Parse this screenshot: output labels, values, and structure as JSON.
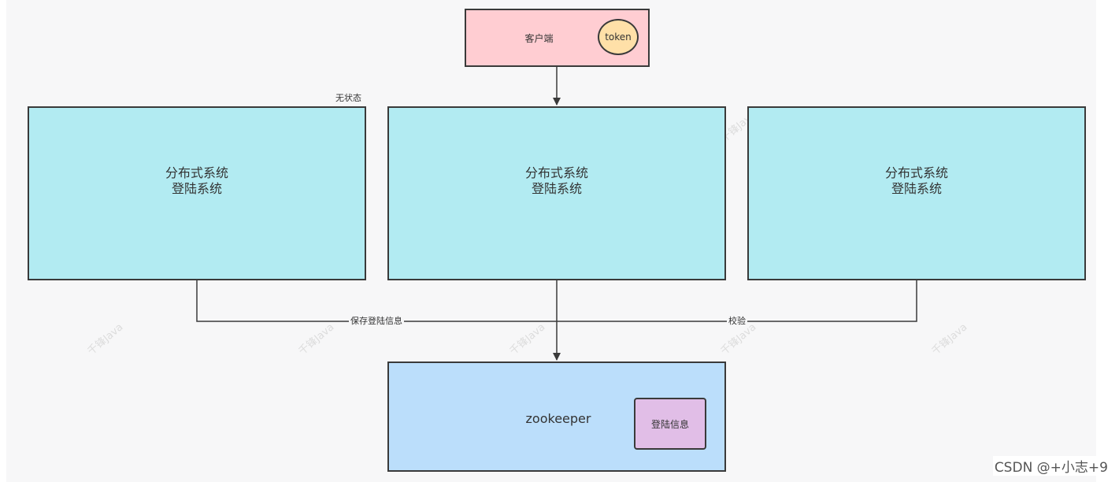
{
  "client": {
    "label": "客户端",
    "token_label": "token"
  },
  "stateless_note": "无状态",
  "systems": [
    {
      "line1": "分布式系统",
      "line2": "登陆系统"
    },
    {
      "line1": "分布式系统",
      "line2": "登陆系统"
    },
    {
      "line1": "分布式系统",
      "line2": "登陆系统"
    }
  ],
  "edges": {
    "save_label": "保存登陆信息",
    "verify_label": "校验"
  },
  "zookeeper": {
    "label": "zookeeper",
    "info_label": "登陆信息"
  },
  "watermark": "千锋Java",
  "credit": "CSDN @+小志+9",
  "colors": {
    "client_fill": "#ffcdd2",
    "token_fill": "#ffe0a8",
    "system_fill": "#b2ebf2",
    "zookeeper_fill": "#bbdefb",
    "info_fill": "#e1bee7",
    "line": "#3a3a3a"
  }
}
